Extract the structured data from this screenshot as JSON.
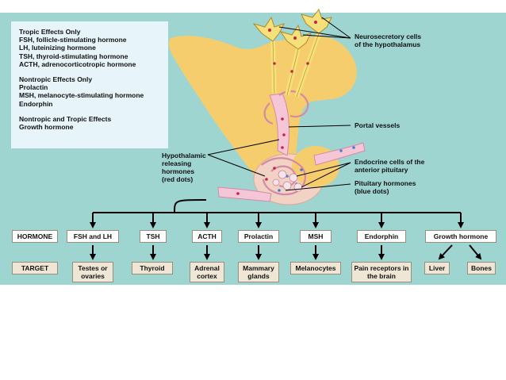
{
  "legend": {
    "tropic": {
      "heading": "Tropic Effects Only",
      "items": [
        "FSH, follicle-stimulating hormone",
        "LH, luteinizing hormone",
        "TSH, thyroid-stimulating hormone",
        "ACTH, adrenocorticotropic hormone"
      ]
    },
    "nontropic": {
      "heading": "Nontropic Effects Only",
      "items": [
        "Prolactin",
        "MSH, melanocyte-stimulating hormone",
        "Endorphin"
      ]
    },
    "both": {
      "heading": "Nontropic and Tropic Effects",
      "items": [
        "Growth hormone"
      ]
    }
  },
  "labels": {
    "neurosecretory": [
      "Neurosecretory cells",
      "of the hypothalamus"
    ],
    "portal": "Portal vessels",
    "releasing": [
      "Hypothalamic",
      "releasing",
      "hormones",
      "(red dots)"
    ],
    "endocrine": [
      "Endocrine cells of the",
      "anterior pituitary"
    ],
    "pituitary": [
      "Pituitary hormones",
      "(blue dots)"
    ]
  },
  "row_headers": {
    "hormone": "HORMONE",
    "target": "TARGET"
  },
  "hormones": [
    "FSH and LH",
    "TSH",
    "ACTH",
    "Prolactin",
    "MSH",
    "Endorphin",
    "Growth hormone"
  ],
  "targets": [
    "Testes or ovaries",
    "Thyroid",
    "Adrenal cortex",
    "Mammary glands",
    "Melanocytes",
    "Pain receptors in the brain",
    "Liver",
    "Bones"
  ],
  "colors": {
    "background": "#9fd5d1",
    "legend_bg": "#e7f5fb",
    "box_fill": "#efe6d6",
    "hypothalamus": "#f6cd6c",
    "pituitary": "#f1d2c5",
    "vessel": "#f4c6d6",
    "red_dot": "#c8204a",
    "blue_dot": "#4a7bd0"
  }
}
